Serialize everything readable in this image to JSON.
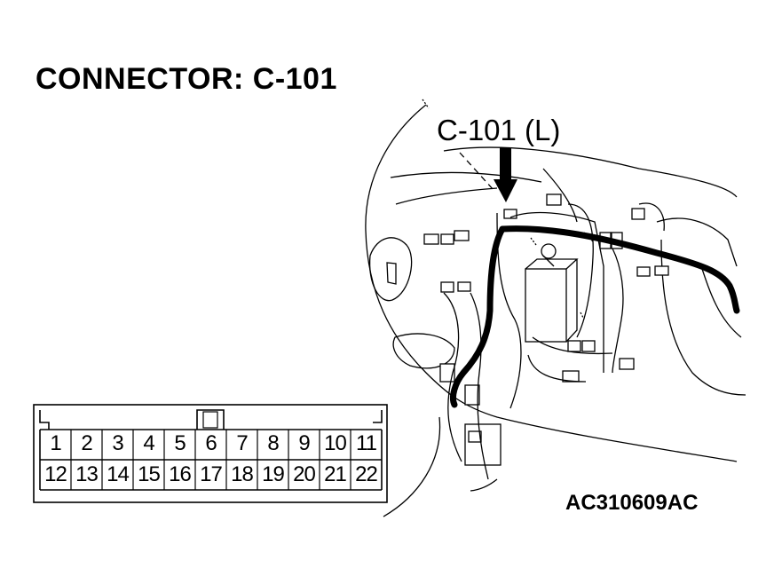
{
  "title": "CONNECTOR: C-101",
  "callout_label": "C-101 (L)",
  "figure_id": "AC310609AC",
  "connector_pins": {
    "top_row": [
      "1",
      "2",
      "3",
      "4",
      "5",
      "6",
      "7",
      "8",
      "9",
      "10",
      "11"
    ],
    "bottom_row": [
      "12",
      "13",
      "14",
      "15",
      "16",
      "17",
      "18",
      "19",
      "20",
      "21",
      "22"
    ]
  }
}
